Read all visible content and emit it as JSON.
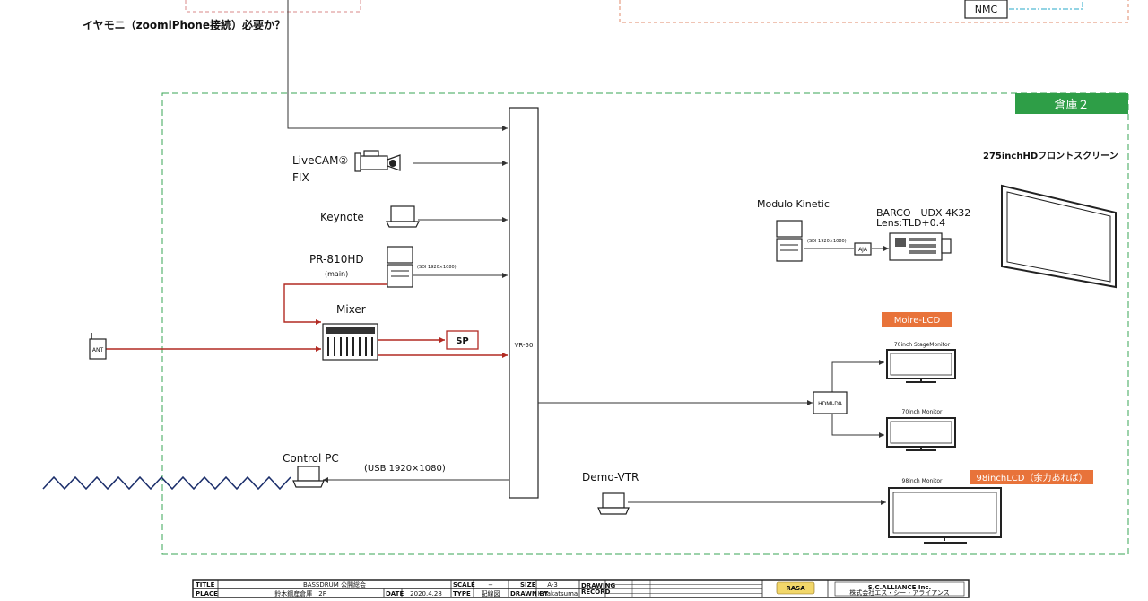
{
  "top_note": "イヤモニ（zoomiPhone接続）必要か？",
  "nmc_label": "NMC",
  "zone": {
    "label": "倉庫２",
    "color": "#2e9e47"
  },
  "switcher": {
    "label": "VR-50"
  },
  "inputs": {
    "livecam": {
      "line1": "LiveCAM②",
      "line2": "FIX"
    },
    "keynote": "Keynote",
    "pr810": {
      "line1": "PR-810HD",
      "line2": "(main)",
      "signal": "(SDI 1920×1080)"
    },
    "mixer": "Mixer",
    "speaker": "SP",
    "antenna": "ANT"
  },
  "control_pc": {
    "label": "Control PC",
    "usb": "(USB 1920×1080)"
  },
  "demo_vtr": "Demo-VTR",
  "projection": {
    "screen": "275inchHDフロントスクリーン",
    "media_server": "Modulo Kinetic",
    "projector_line1": "BARCO　UDX 4K32",
    "projector_line2": "Lens:TLD+0.4",
    "signal": "(SDI 1920×1080)",
    "converter": "AJA"
  },
  "monitors": {
    "moire_tag": "Moire-LCD",
    "hdmi_da": "HDMI-DA",
    "stage": "70inch StageMonitor",
    "monitor70": "70inch Monitor",
    "monitor98": "98inch Monitor",
    "lcd98_tag": "98inchLCD（余力あれば）",
    "tag_color": "#e8733a"
  },
  "title_block": {
    "title_key": "TITLE",
    "title": "BASSDRUM 公開総会",
    "place_key": "PLACE",
    "place": "鈴木鋼産倉庫　2F",
    "date_key": "DATE",
    "date": "2020.4.28",
    "scale_key": "SCALE",
    "scale": "−",
    "type_key": "TYPE",
    "type": "配線図",
    "size_key": "SIZE",
    "size": "A-3",
    "drawn_key": "DRAWN BY",
    "drawn": "K.Takatsuma",
    "drawing_key": "DRAWING",
    "record_key": "RECORD",
    "logo": "RASA",
    "company": "S.C.ALLIANCE Inc.",
    "company_sub": "株式会社エス・シー・アライアンス"
  }
}
